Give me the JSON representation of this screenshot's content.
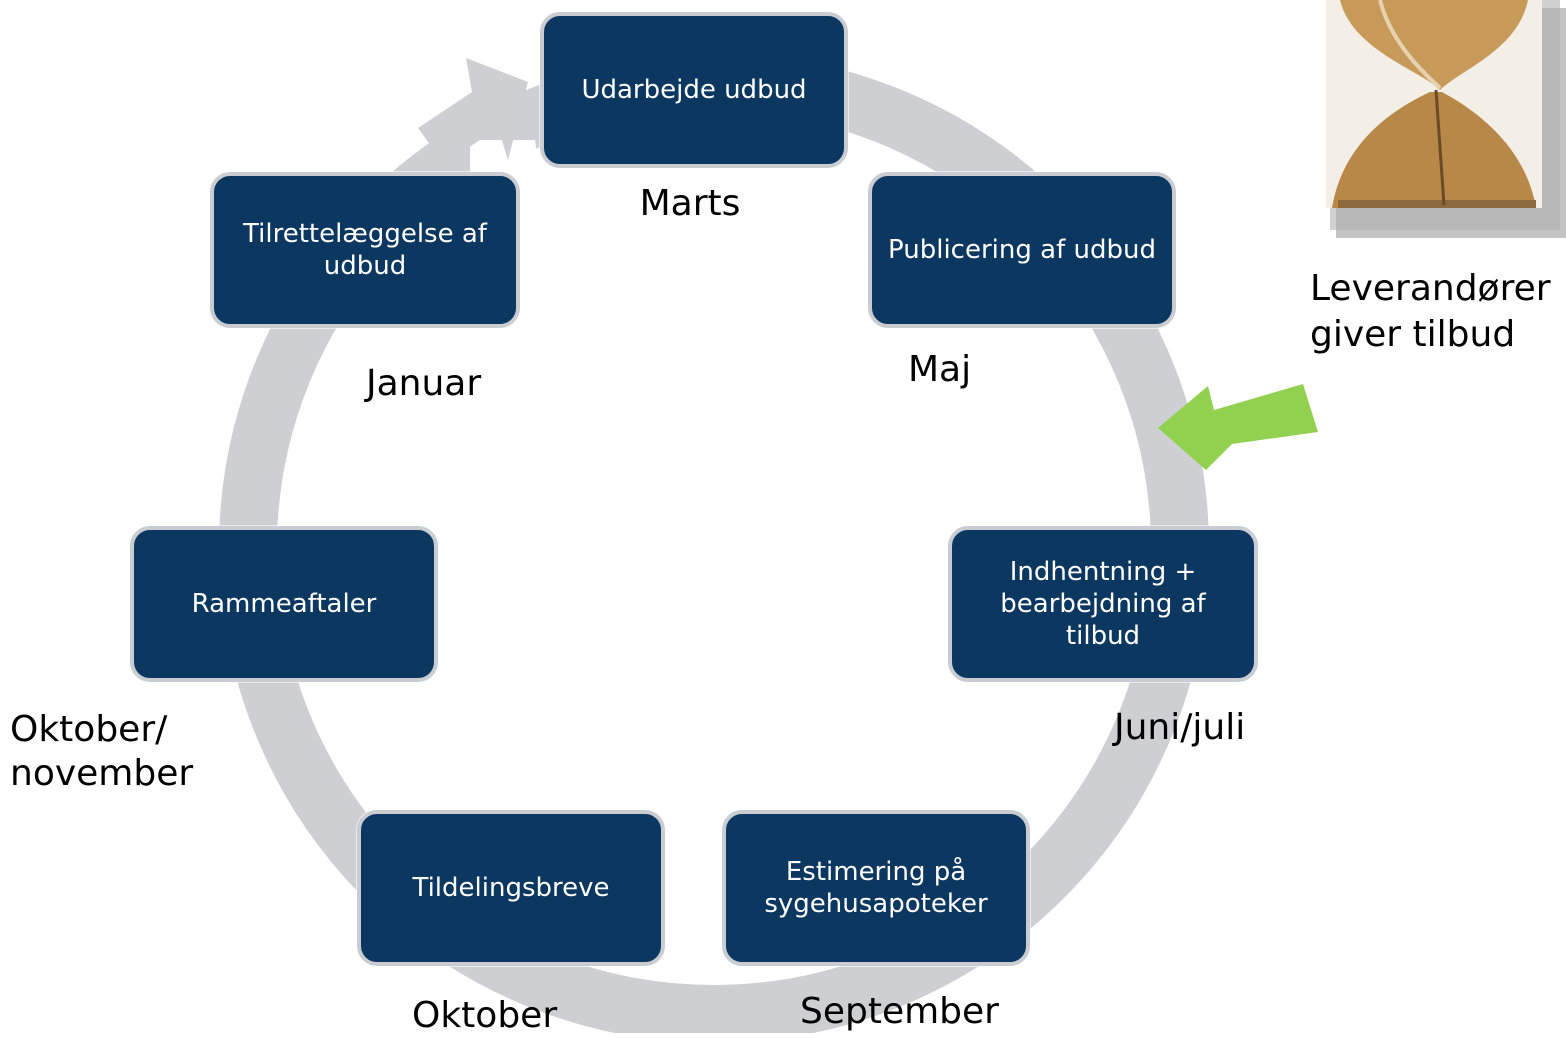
{
  "steps": [
    {
      "id": "udarbejde",
      "label": "Udarbejde udbud",
      "month": "Marts"
    },
    {
      "id": "publicering",
      "label": "Publicering af udbud",
      "month": "Maj"
    },
    {
      "id": "indhentning",
      "label": "Indhentning + bearbejdning af tilbud",
      "month": "Juni/juli"
    },
    {
      "id": "estimering",
      "label": "Estimering på sygehusapoteker",
      "month": "September"
    },
    {
      "id": "tildeling",
      "label": "Tildelingsbreve",
      "month": "Oktober"
    },
    {
      "id": "rammeaftaler",
      "label": "Rammeaftaler",
      "month": "Oktober/\nnovember"
    },
    {
      "id": "tilrettelaeggelse",
      "label": "Tilrettelæggelse af udbud",
      "month": "Januar"
    }
  ],
  "side_note": "Leverandører\ngiver tilbud",
  "colors": {
    "box_fill": "#0b3760",
    "box_border": "#c9cdd2",
    "cycle_ring": "#cdcfd3",
    "callout_arrow": "#92d050"
  },
  "icons": {
    "hourglass": "hourglass-image",
    "callout_arrow": "green-arrow-icon"
  }
}
